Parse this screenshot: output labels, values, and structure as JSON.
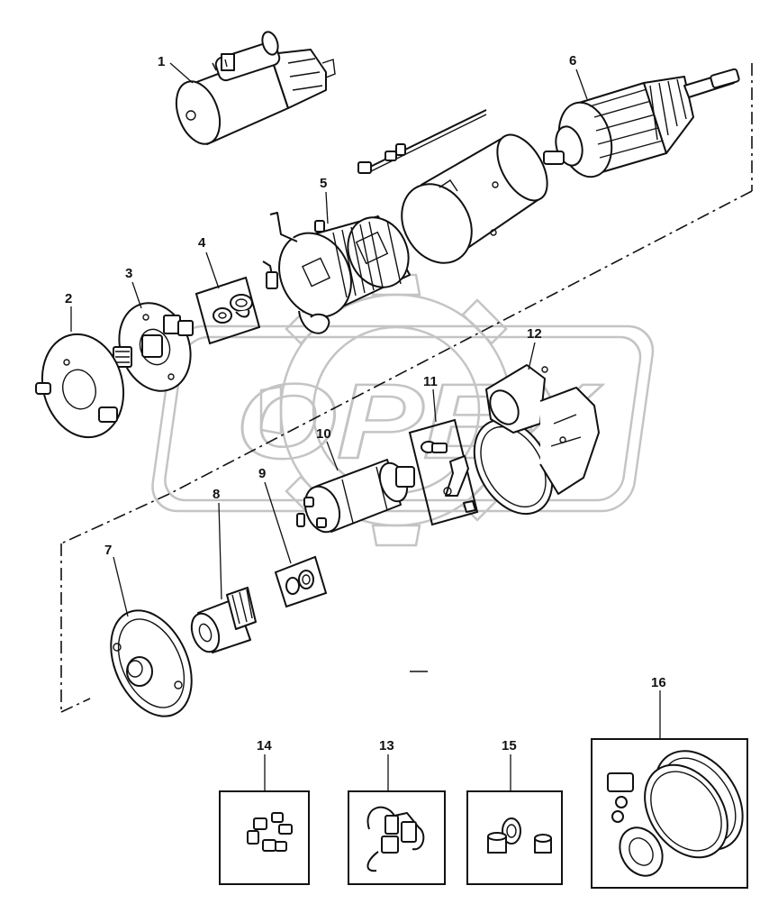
{
  "watermark": {
    "text": "OPEX"
  },
  "callouts": [
    {
      "id": "1",
      "label": "1"
    },
    {
      "id": "2",
      "label": "2"
    },
    {
      "id": "3",
      "label": "3"
    },
    {
      "id": "4",
      "label": "4"
    },
    {
      "id": "5",
      "label": "5"
    },
    {
      "id": "6",
      "label": "6"
    },
    {
      "id": "7",
      "label": "7"
    },
    {
      "id": "8",
      "label": "8"
    },
    {
      "id": "9",
      "label": "9"
    },
    {
      "id": "10",
      "label": "10"
    },
    {
      "id": "11",
      "label": "11"
    },
    {
      "id": "12",
      "label": "12"
    },
    {
      "id": "13",
      "label": "13"
    },
    {
      "id": "14",
      "label": "14"
    },
    {
      "id": "15",
      "label": "15"
    },
    {
      "id": "16",
      "label": "16"
    }
  ],
  "colors": {
    "line": "#111111",
    "watermark": "#c4c4c4",
    "background": "#ffffff"
  }
}
